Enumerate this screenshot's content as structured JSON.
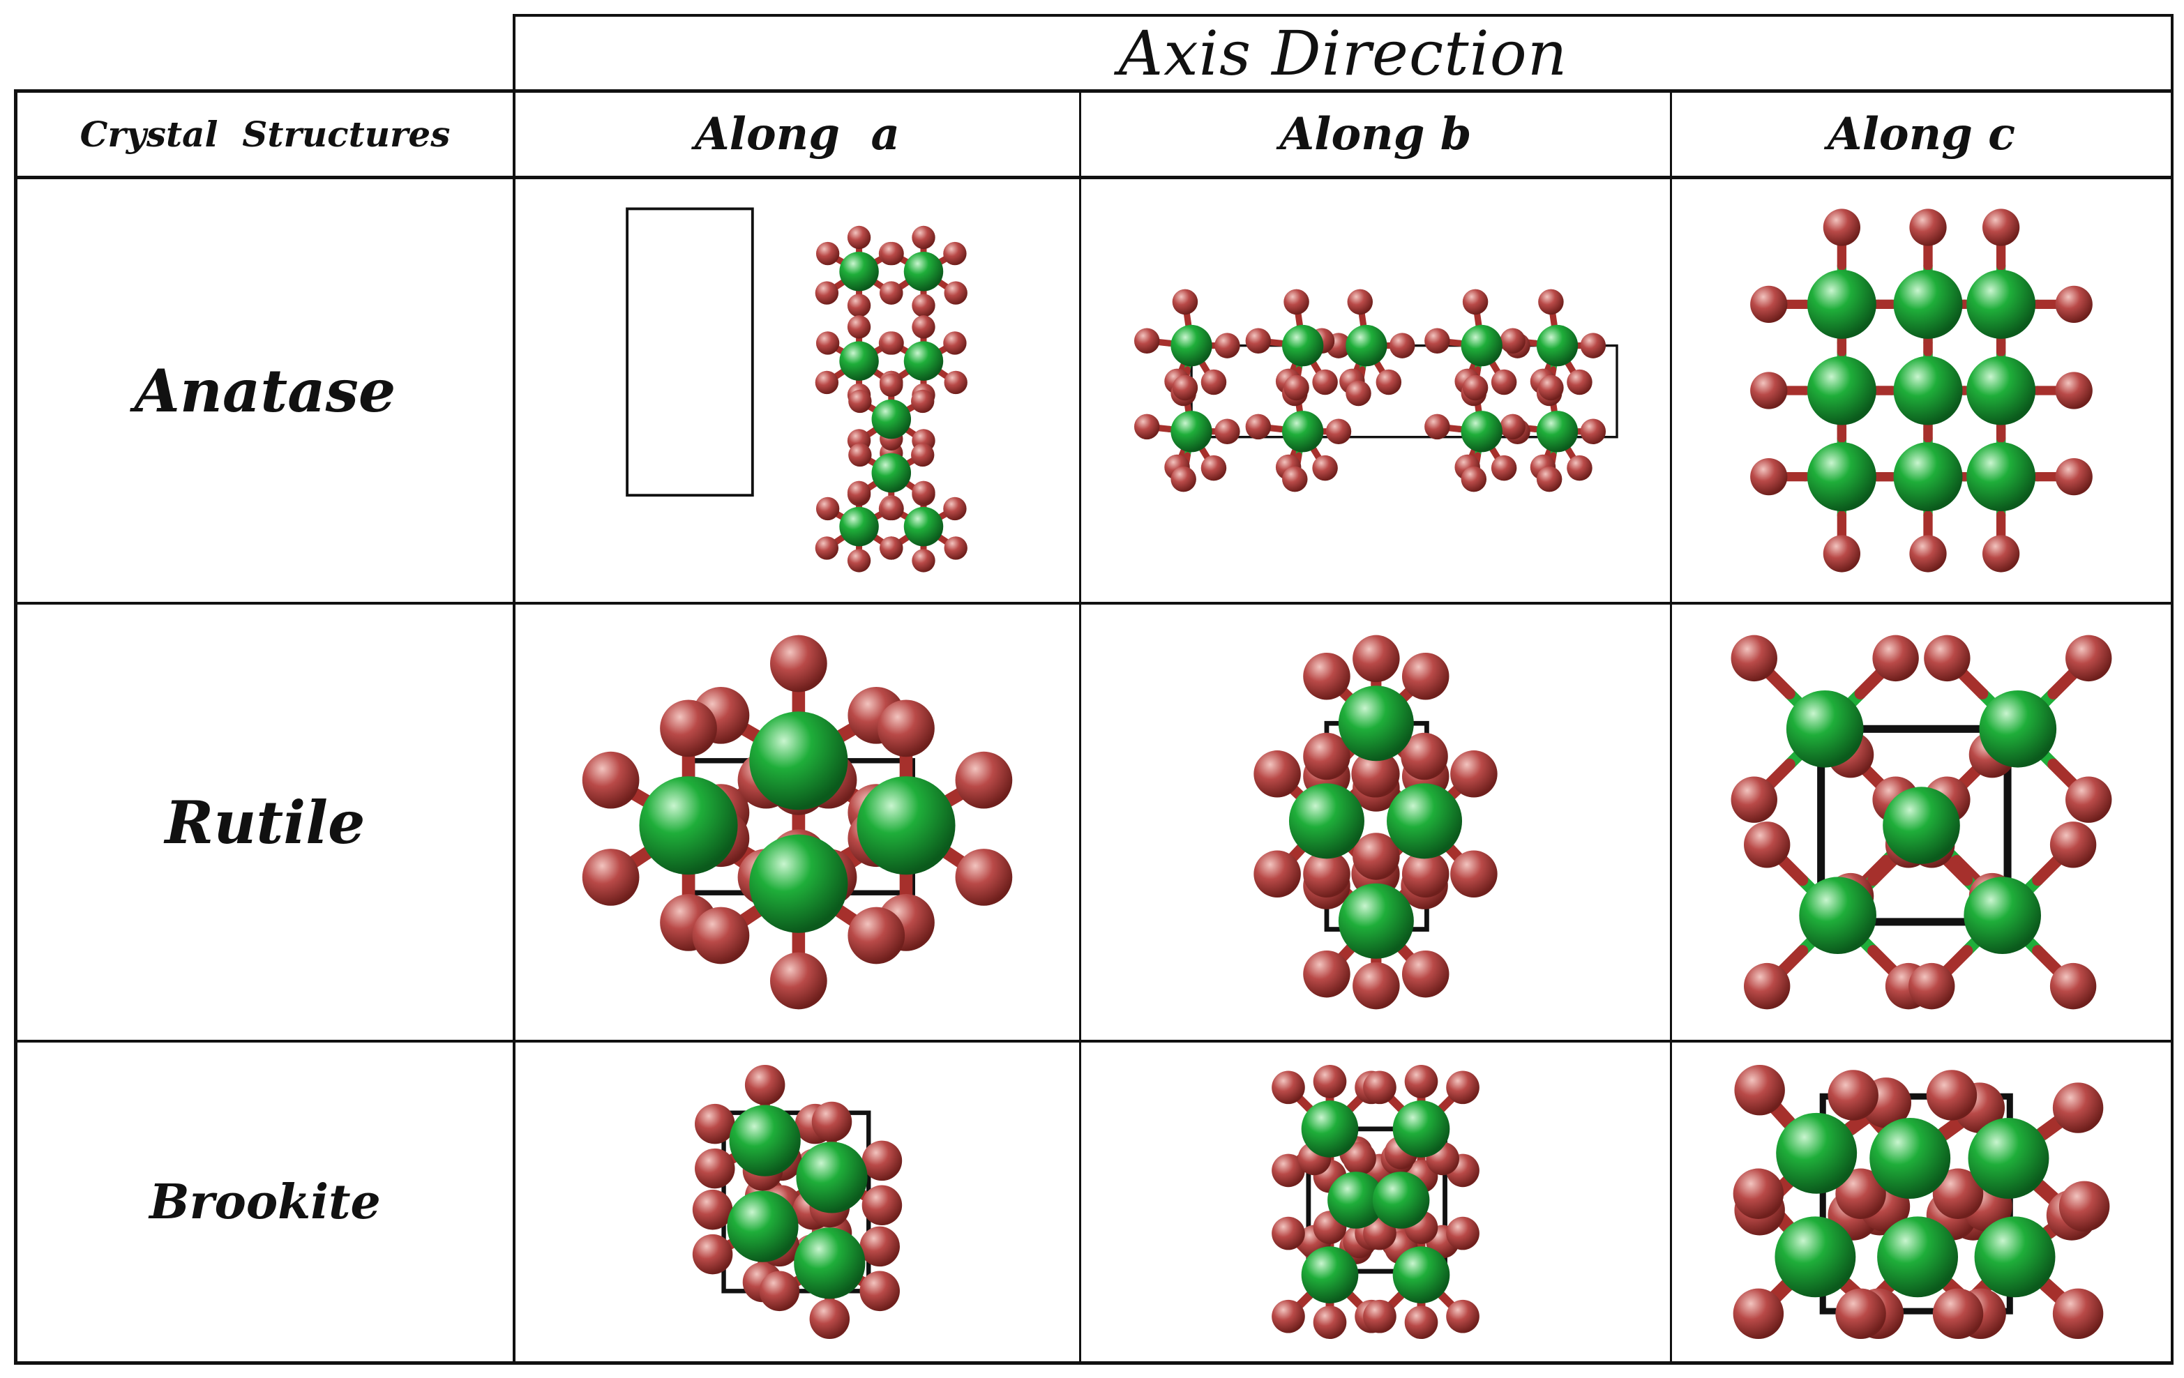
{
  "table": {
    "title": "Axis Direction",
    "corner_label": "Crystal  Structures",
    "columns": [
      "Along  a",
      "Along b",
      "Along c"
    ],
    "rows": [
      "Anatase",
      "Rutile",
      "Brookite"
    ]
  },
  "colors": {
    "titanium": "#1fae3a",
    "oxygen": "#b94a48",
    "bond": "#a6302c",
    "unit_cell": "#111111",
    "grid_line": "#111111"
  }
}
